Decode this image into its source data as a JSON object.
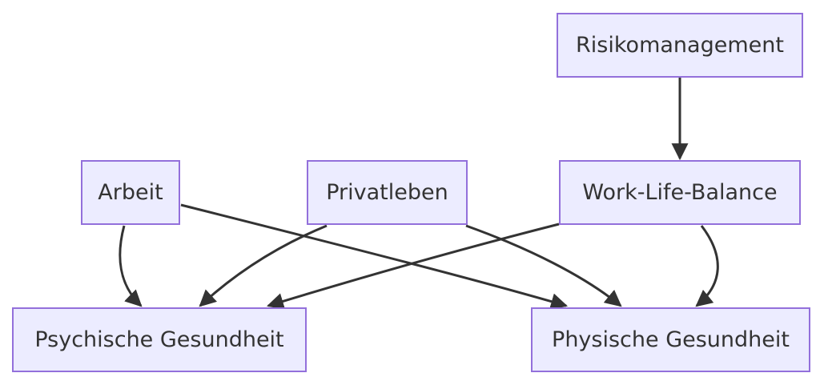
{
  "diagram": {
    "type": "flowchart",
    "direction": "top-down",
    "colors": {
      "node_fill": "#ececff",
      "node_border": "#9370db",
      "edge": "#333333",
      "text": "#333333"
    },
    "nodes": {
      "risikomanagement": "Risikomanagement",
      "arbeit": "Arbeit",
      "privatleben": "Privatleben",
      "work_life_balance": "Work-Life-Balance",
      "psychische_gesundheit": "Psychische Gesundheit",
      "physische_gesundheit": "Physische Gesundheit"
    },
    "edges": [
      {
        "from": "Risikomanagement",
        "to": "Work-Life-Balance"
      },
      {
        "from": "Arbeit",
        "to": "Psychische Gesundheit"
      },
      {
        "from": "Arbeit",
        "to": "Physische Gesundheit"
      },
      {
        "from": "Privatleben",
        "to": "Psychische Gesundheit"
      },
      {
        "from": "Privatleben",
        "to": "Physische Gesundheit"
      },
      {
        "from": "Work-Life-Balance",
        "to": "Psychische Gesundheit"
      },
      {
        "from": "Work-Life-Balance",
        "to": "Physische Gesundheit"
      }
    ]
  }
}
